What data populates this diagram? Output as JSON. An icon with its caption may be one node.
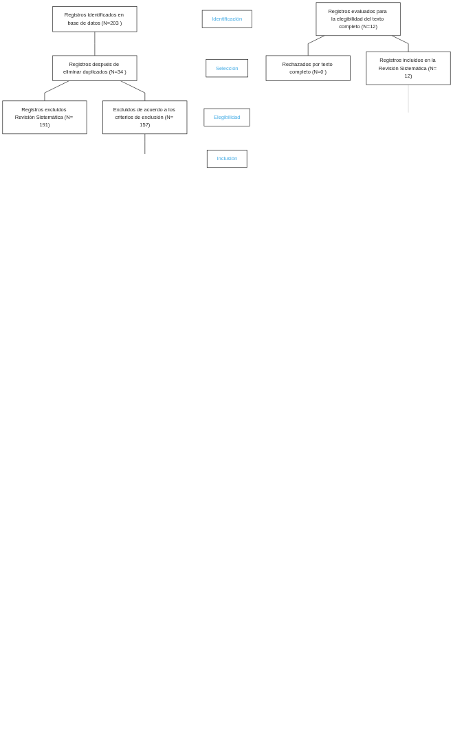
{
  "diagram": {
    "nodes": [
      {
        "text": [
          "Identificación"
        ]
      },
      {
        "text": [
          "Registros identificados en base de datos (N=203 )"
        ]
      },
      {
        "text": [
          "Registros después de eliminar duplicados (N=34 )"
        ]
      },
      {
        "text": [
          "Registros excluidos Revisión Sistemática (N= 191)"
        ]
      },
      {
        "text": [
          "Selección"
        ]
      },
      {
        "text": [
          "Excluidos de acuerdo a los criterios de exclusión (N= 157)"
        ]
      },
      {
        "text": [
          "Elegibilidad"
        ]
      },
      {
        "text": [
          "Registros evaluados para la elegibilidad del texto completo (N=12)"
        ]
      },
      {
        "text": [
          "Rechazados por texto completo (N=0 )"
        ]
      },
      {
        "text": [
          "Inclusión"
        ]
      },
      {
        "text": [
          "Registros incluidos en la Revisión Sistemática (N= 12)"
        ]
      }
    ],
    "edges": [
      {
        "from": 1,
        "to": 2,
        "arrow": "none"
      },
      {
        "from": 2,
        "to": 3,
        "arrow": "none"
      },
      {
        "from": 2,
        "to": 5,
        "arrow": "none"
      },
      {
        "from": 5,
        "to": null,
        "arrow": "none"
      },
      {
        "from": 7,
        "to": 8,
        "arrow": "none"
      },
      {
        "from": 7,
        "to": 10,
        "arrow": "none"
      },
      {
        "from": 10,
        "to": null,
        "arrow": "none",
        "color": "#d0d0d0"
      }
    ]
  }
}
